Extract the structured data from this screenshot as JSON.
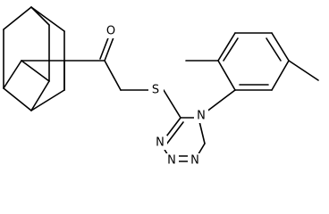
{
  "structure": {
    "atoms": {
      "oxygen": "O",
      "sulfur": "S",
      "n1": "N",
      "n2": "N",
      "n3": "N",
      "n4": "N"
    }
  }
}
